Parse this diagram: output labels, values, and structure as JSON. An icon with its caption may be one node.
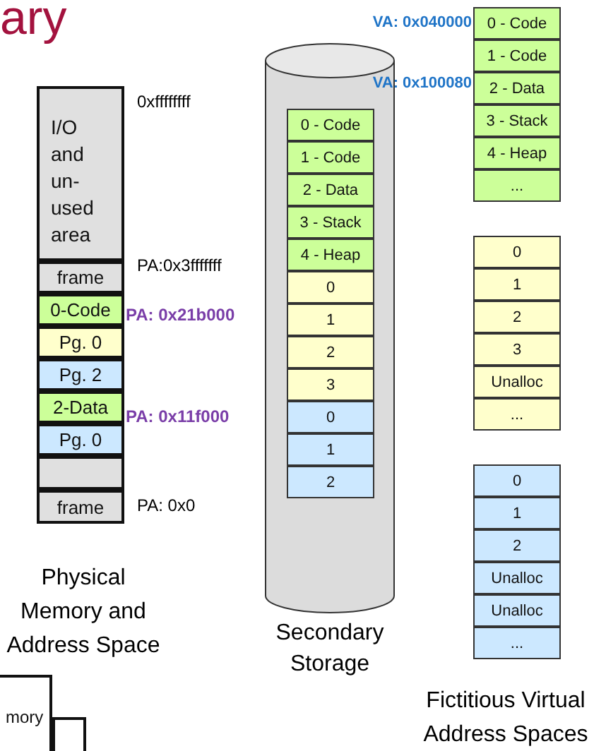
{
  "diagram": {
    "title": "ary",
    "nodes": [
      {
        "text": [
          "I/O and un-used area"
        ]
      },
      {
        "text": [
          "frame"
        ]
      },
      {
        "text": [
          "0-Code"
        ]
      },
      {
        "text": [
          "Pg. 0"
        ]
      },
      {
        "text": [
          "Pg. 2"
        ]
      },
      {
        "text": [
          "2-Data"
        ]
      },
      {
        "text": [
          "Pg. 0"
        ]
      },
      {
        "text": [],
        "shape": "box"
      },
      {
        "text": [
          "frame"
        ]
      },
      {
        "text": [],
        "shape": "cylinder",
        "beside": [
          "Secondary Storage"
        ]
      },
      {
        "text": [
          "0 - Code"
        ],
        "in": 9
      },
      {
        "text": [
          "1 - Code"
        ],
        "in": 9
      },
      {
        "text": [
          "2 - Data"
        ],
        "in": 9
      },
      {
        "text": [
          "3 - Stack"
        ],
        "in": 9
      },
      {
        "text": [
          "4 - Heap"
        ],
        "in": 9
      },
      {
        "text": [
          "0"
        ],
        "in": 9
      },
      {
        "text": [
          "1"
        ],
        "in": 9
      },
      {
        "text": [
          "2"
        ],
        "in": 9
      },
      {
        "text": [
          "3"
        ],
        "in": 9
      },
      {
        "text": [
          "0"
        ],
        "in": 9
      },
      {
        "text": [
          "1"
        ],
        "in": 9
      },
      {
        "text": [
          "2"
        ],
        "in": 9
      },
      {
        "text": [
          "0 - Code"
        ]
      },
      {
        "text": [
          "1 - Code"
        ]
      },
      {
        "text": [
          "2 - Data"
        ]
      },
      {
        "text": [
          "3 - Stack"
        ]
      },
      {
        "text": [
          "4 - Heap"
        ]
      },
      {
        "text": [
          "..."
        ]
      },
      {
        "text": [
          "0"
        ]
      },
      {
        "text": [
          "1"
        ]
      },
      {
        "text": [
          "2"
        ]
      },
      {
        "text": [
          "3"
        ]
      },
      {
        "text": [
          "Unalloc"
        ]
      },
      {
        "text": [
          "..."
        ]
      },
      {
        "text": [
          "0"
        ]
      },
      {
        "text": [
          "1"
        ]
      },
      {
        "text": [
          "2"
        ]
      },
      {
        "text": [
          "Unalloc"
        ]
      },
      {
        "text": [
          "Unalloc"
        ]
      },
      {
        "text": [
          "..."
        ]
      },
      {
        "text": [
          "mory"
        ]
      },
      {
        "text": [],
        "shape": "box"
      }
    ],
    "labels": [
      "VA: 0x040000",
      "0xffffffff",
      "VA: 0x100080",
      "PA:0x3fffffff",
      "PA: 0x21b000",
      "PA: 0x11f000",
      "PA: 0x0",
      "Physical Memory and Address Space",
      "Fictitious Virtual Address Spaces"
    ]
  }
}
